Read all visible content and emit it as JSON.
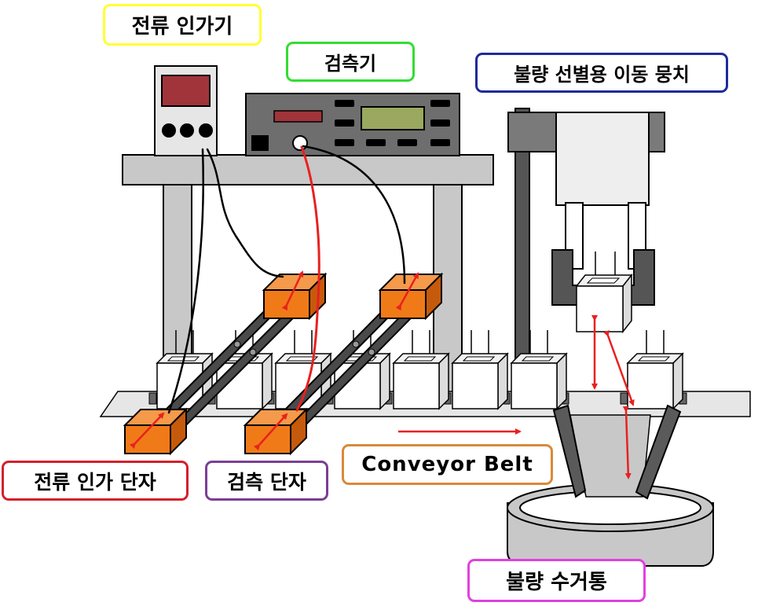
{
  "labels": {
    "power_supply": "전류 인가기",
    "detector": "검측기",
    "reject_mover": "불량 선별용 이동 뭉치",
    "apply_terminal": "전류 인가 단자",
    "detect_terminal": "검측 단자",
    "conveyor_belt": "Conveyor Belt",
    "reject_bin": "불량 수거통"
  },
  "colors": {
    "power_supply_border": "#ffff33",
    "detector_border": "#33dd33",
    "reject_mover_border": "#1f2a9c",
    "apply_terminal_border": "#d4202a",
    "detect_terminal_border": "#7b3e96",
    "conveyor_border": "#d9893a",
    "reject_bin_border": "#e040e0",
    "terminal_block": "#f07a18",
    "arrow": "#e8211f",
    "display_red": "#a0343a",
    "display_green": "#9aa860"
  }
}
